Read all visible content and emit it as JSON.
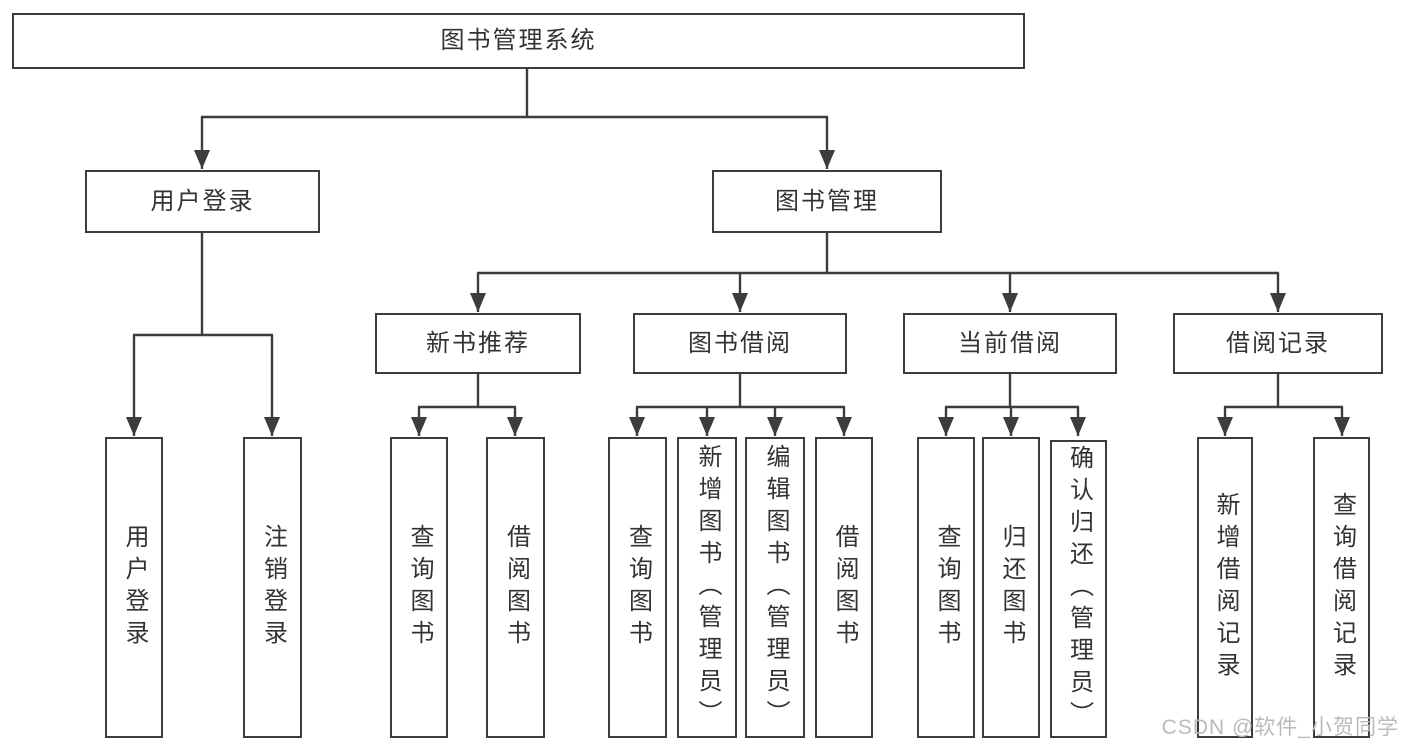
{
  "colors": {
    "line": "#3c3c3c",
    "text": "#333333",
    "watermark": "#b7bbc0",
    "background": "#ffffff"
  },
  "watermark": "CSDN @软件_小贺同学",
  "tree": {
    "root": {
      "label": "图书管理系统",
      "children": [
        {
          "label": "用户登录",
          "children": [
            {
              "label": "用户登录"
            },
            {
              "label": "注销登录"
            }
          ]
        },
        {
          "label": "图书管理",
          "children": [
            {
              "label": "新书推荐",
              "children": [
                {
                  "label": "查询图书"
                },
                {
                  "label": "借阅图书"
                }
              ]
            },
            {
              "label": "图书借阅",
              "children": [
                {
                  "label": "查询图书"
                },
                {
                  "label": "新增图书（管理员）"
                },
                {
                  "label": "编辑图书（管理员）"
                },
                {
                  "label": "借阅图书"
                }
              ]
            },
            {
              "label": "当前借阅",
              "children": [
                {
                  "label": "查询图书"
                },
                {
                  "label": "归还图书"
                },
                {
                  "label": "确认归还（管理员）"
                }
              ]
            },
            {
              "label": "借阅记录",
              "children": [
                {
                  "label": "新增借阅记录"
                },
                {
                  "label": "查询借阅记录"
                }
              ]
            }
          ]
        }
      ]
    }
  }
}
